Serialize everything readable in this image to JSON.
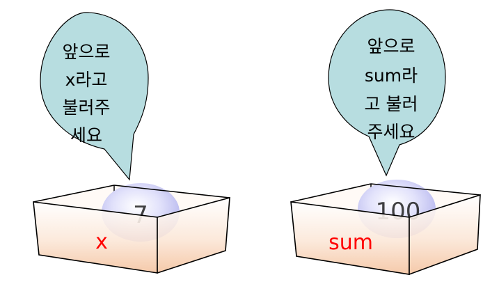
{
  "panels": [
    {
      "bubble_lines": [
        "앞으로",
        "x라고",
        "불러주",
        "세요"
      ],
      "value": "7",
      "name": "x"
    },
    {
      "bubble_lines": [
        "앞으로",
        "sum라",
        "고 불러",
        "주세요"
      ],
      "value": "100",
      "name": "sum"
    }
  ],
  "colors": {
    "bubble_fill": "#b7dde0",
    "outline": "#000000",
    "label": "#ff0000",
    "box_gradient_top": "#ffffff",
    "box_gradient_bottom": "#f6c9a8",
    "ball_fill": "#c9c9f3"
  }
}
